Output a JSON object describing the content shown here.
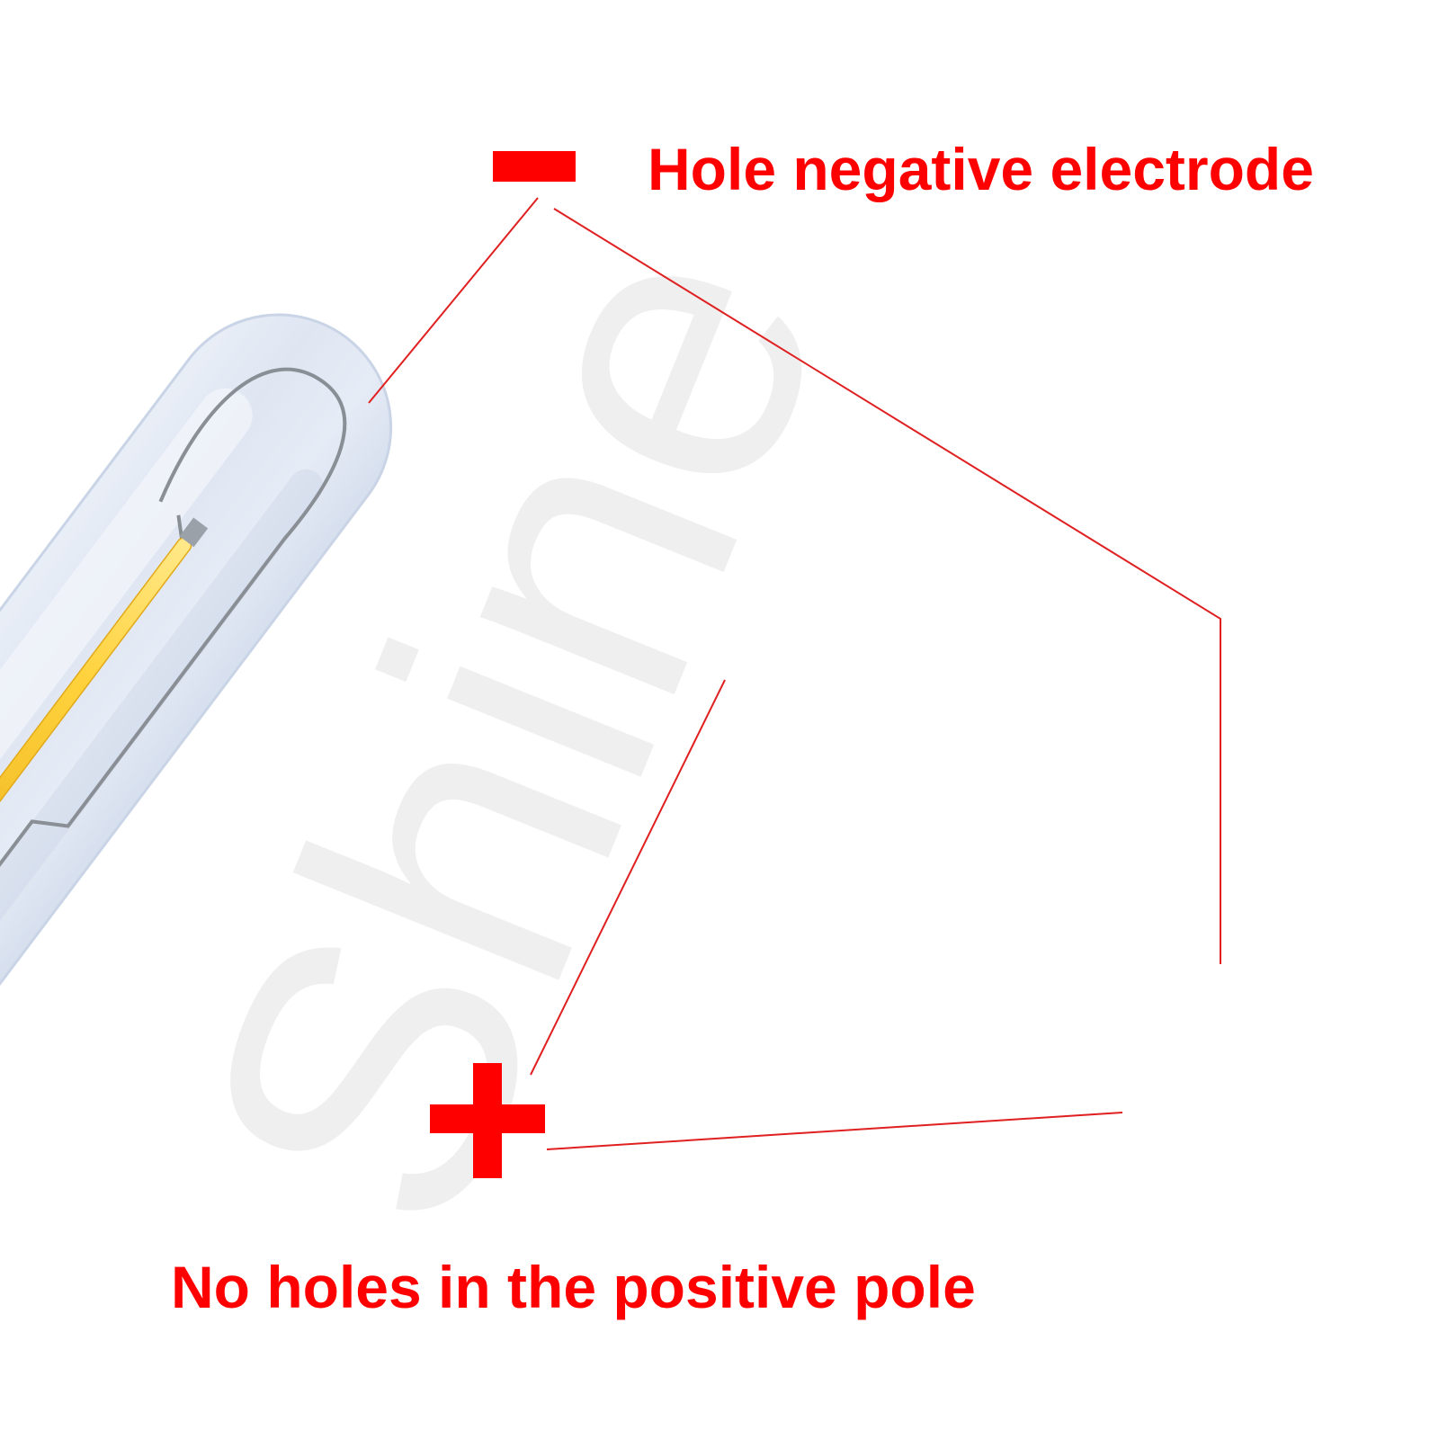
{
  "annotations": {
    "negative_text": "Hole negative electrode",
    "positive_text": "No holes in the positive pole"
  },
  "watermark": {
    "text": "Shine"
  },
  "colors": {
    "annotation": "#ff0000",
    "glass_tint": "#dfe7f3",
    "glass_edge": "#b9c6da",
    "filament": "#ffd84a",
    "wire": "#8a8f96",
    "base_plastic": "#c5d2e4",
    "watermark": "#efefef"
  },
  "icons": {
    "negative_symbol": "minus-sign-icon",
    "positive_symbol": "plus-sign-icon"
  }
}
